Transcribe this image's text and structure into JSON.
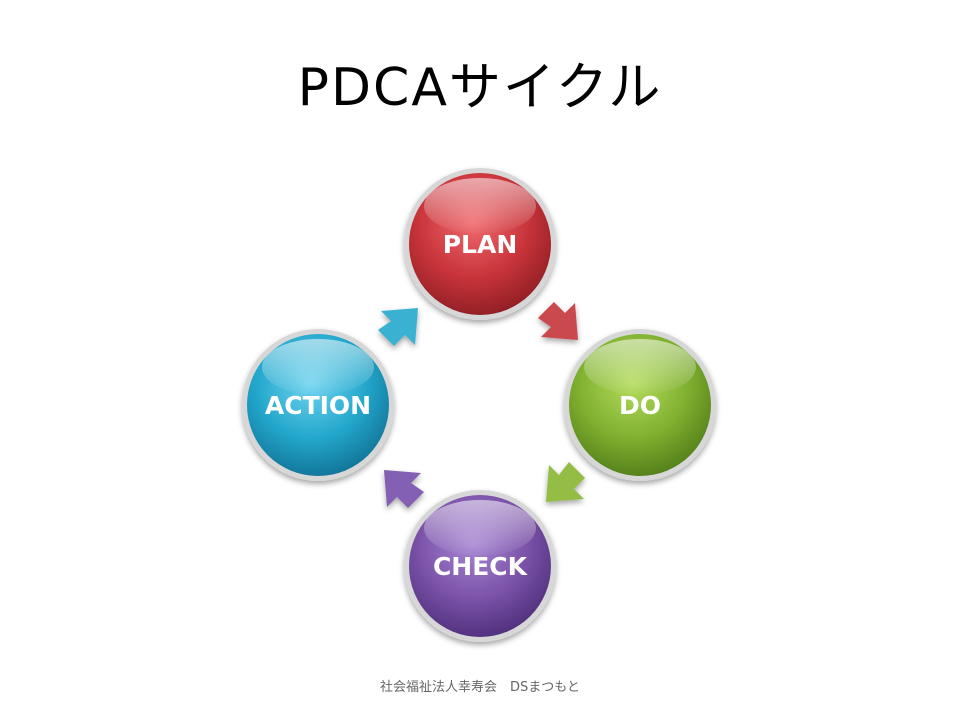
{
  "title": "PDCAサイクル",
  "nodes": [
    {
      "id": "plan",
      "label": "PLAN",
      "color": "#c8343a"
    },
    {
      "id": "do",
      "label": "DO",
      "color": "#7fb02f"
    },
    {
      "id": "check",
      "label": "CHECK",
      "color": "#7a52a8"
    },
    {
      "id": "action",
      "label": "ACTION",
      "color": "#23a7cc"
    }
  ],
  "edges": [
    {
      "from": "plan",
      "to": "do",
      "color": "#c94a50"
    },
    {
      "from": "do",
      "to": "check",
      "color": "#93bd45"
    },
    {
      "from": "check",
      "to": "action",
      "color": "#8360b3"
    },
    {
      "from": "action",
      "to": "plan",
      "color": "#3ab1d1"
    }
  ],
  "footer": "社会福祉法人幸寿会　DSまつもと"
}
